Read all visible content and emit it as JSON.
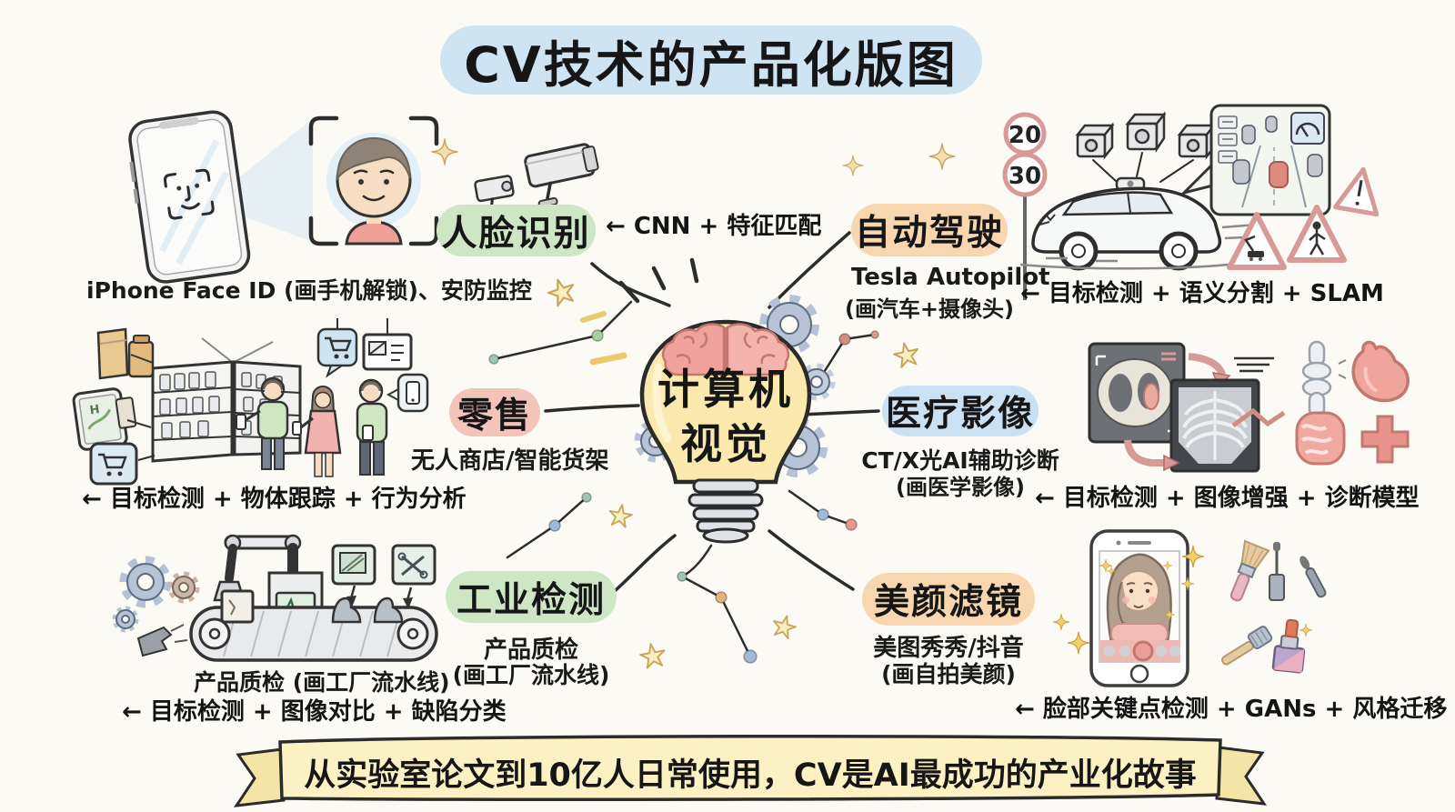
{
  "title": "CV技术的产品化版图",
  "center": {
    "line1": "计算机",
    "line2": "视觉"
  },
  "branches": {
    "face": {
      "label": "人脸识别",
      "tech": "← CNN + 特征匹配",
      "caption": "iPhone Face ID (画手机解锁)、安防监控"
    },
    "driving": {
      "label": "自动驾驶",
      "caption1": "Tesla Autopilot",
      "caption2": "(画汽车+摄像头)",
      "tech": "← 目标检测 + 语义分割 + SLAM"
    },
    "retail": {
      "label": "零售",
      "caption": "无人商店/智能货架",
      "tech": "← 目标检测 + 物体跟踪 + 行为分析"
    },
    "medical": {
      "label": "医疗影像",
      "caption1": "CT/X光AI辅助诊断",
      "caption2": "(画医学影像)",
      "tech": "← 目标检测 + 图像增强 + 诊断模型"
    },
    "industrial": {
      "label": "工业检测",
      "caption1": "产品质检",
      "caption2": "(画工厂流水线)",
      "caption_wide": "产品质检 (画工厂流水线)",
      "tech": "← 目标检测 + 图像对比 + 缺陷分类"
    },
    "beauty": {
      "label": "美颜滤镜",
      "caption1": "美图秀秀/抖音",
      "caption2": "(画自拍美颜)",
      "tech": "← 脸部关键点检测 + GANs + 风格迁移"
    }
  },
  "banner": "从实验室论文到10亿人日常使用，CV是AI最成功的产业化故事",
  "road_signs": {
    "sign1": "20",
    "sign2": "30"
  },
  "colors": {
    "background": "#fcfaf4",
    "title_bubble": "#cfe4f3",
    "green_bubble": "#cde7c5",
    "peach_bubble": "#f8d7b0",
    "pink_bubble": "#f4c4bb",
    "blue_bubble": "#c9e1f2",
    "banner_yellow": "#fbf1c3",
    "bulb_yellow": "#fbe9ad",
    "brain_pink": "#f2a9a4",
    "gear_gray": "#b6c3d6",
    "medical_red": "#d89a96",
    "ink": "#222222"
  }
}
